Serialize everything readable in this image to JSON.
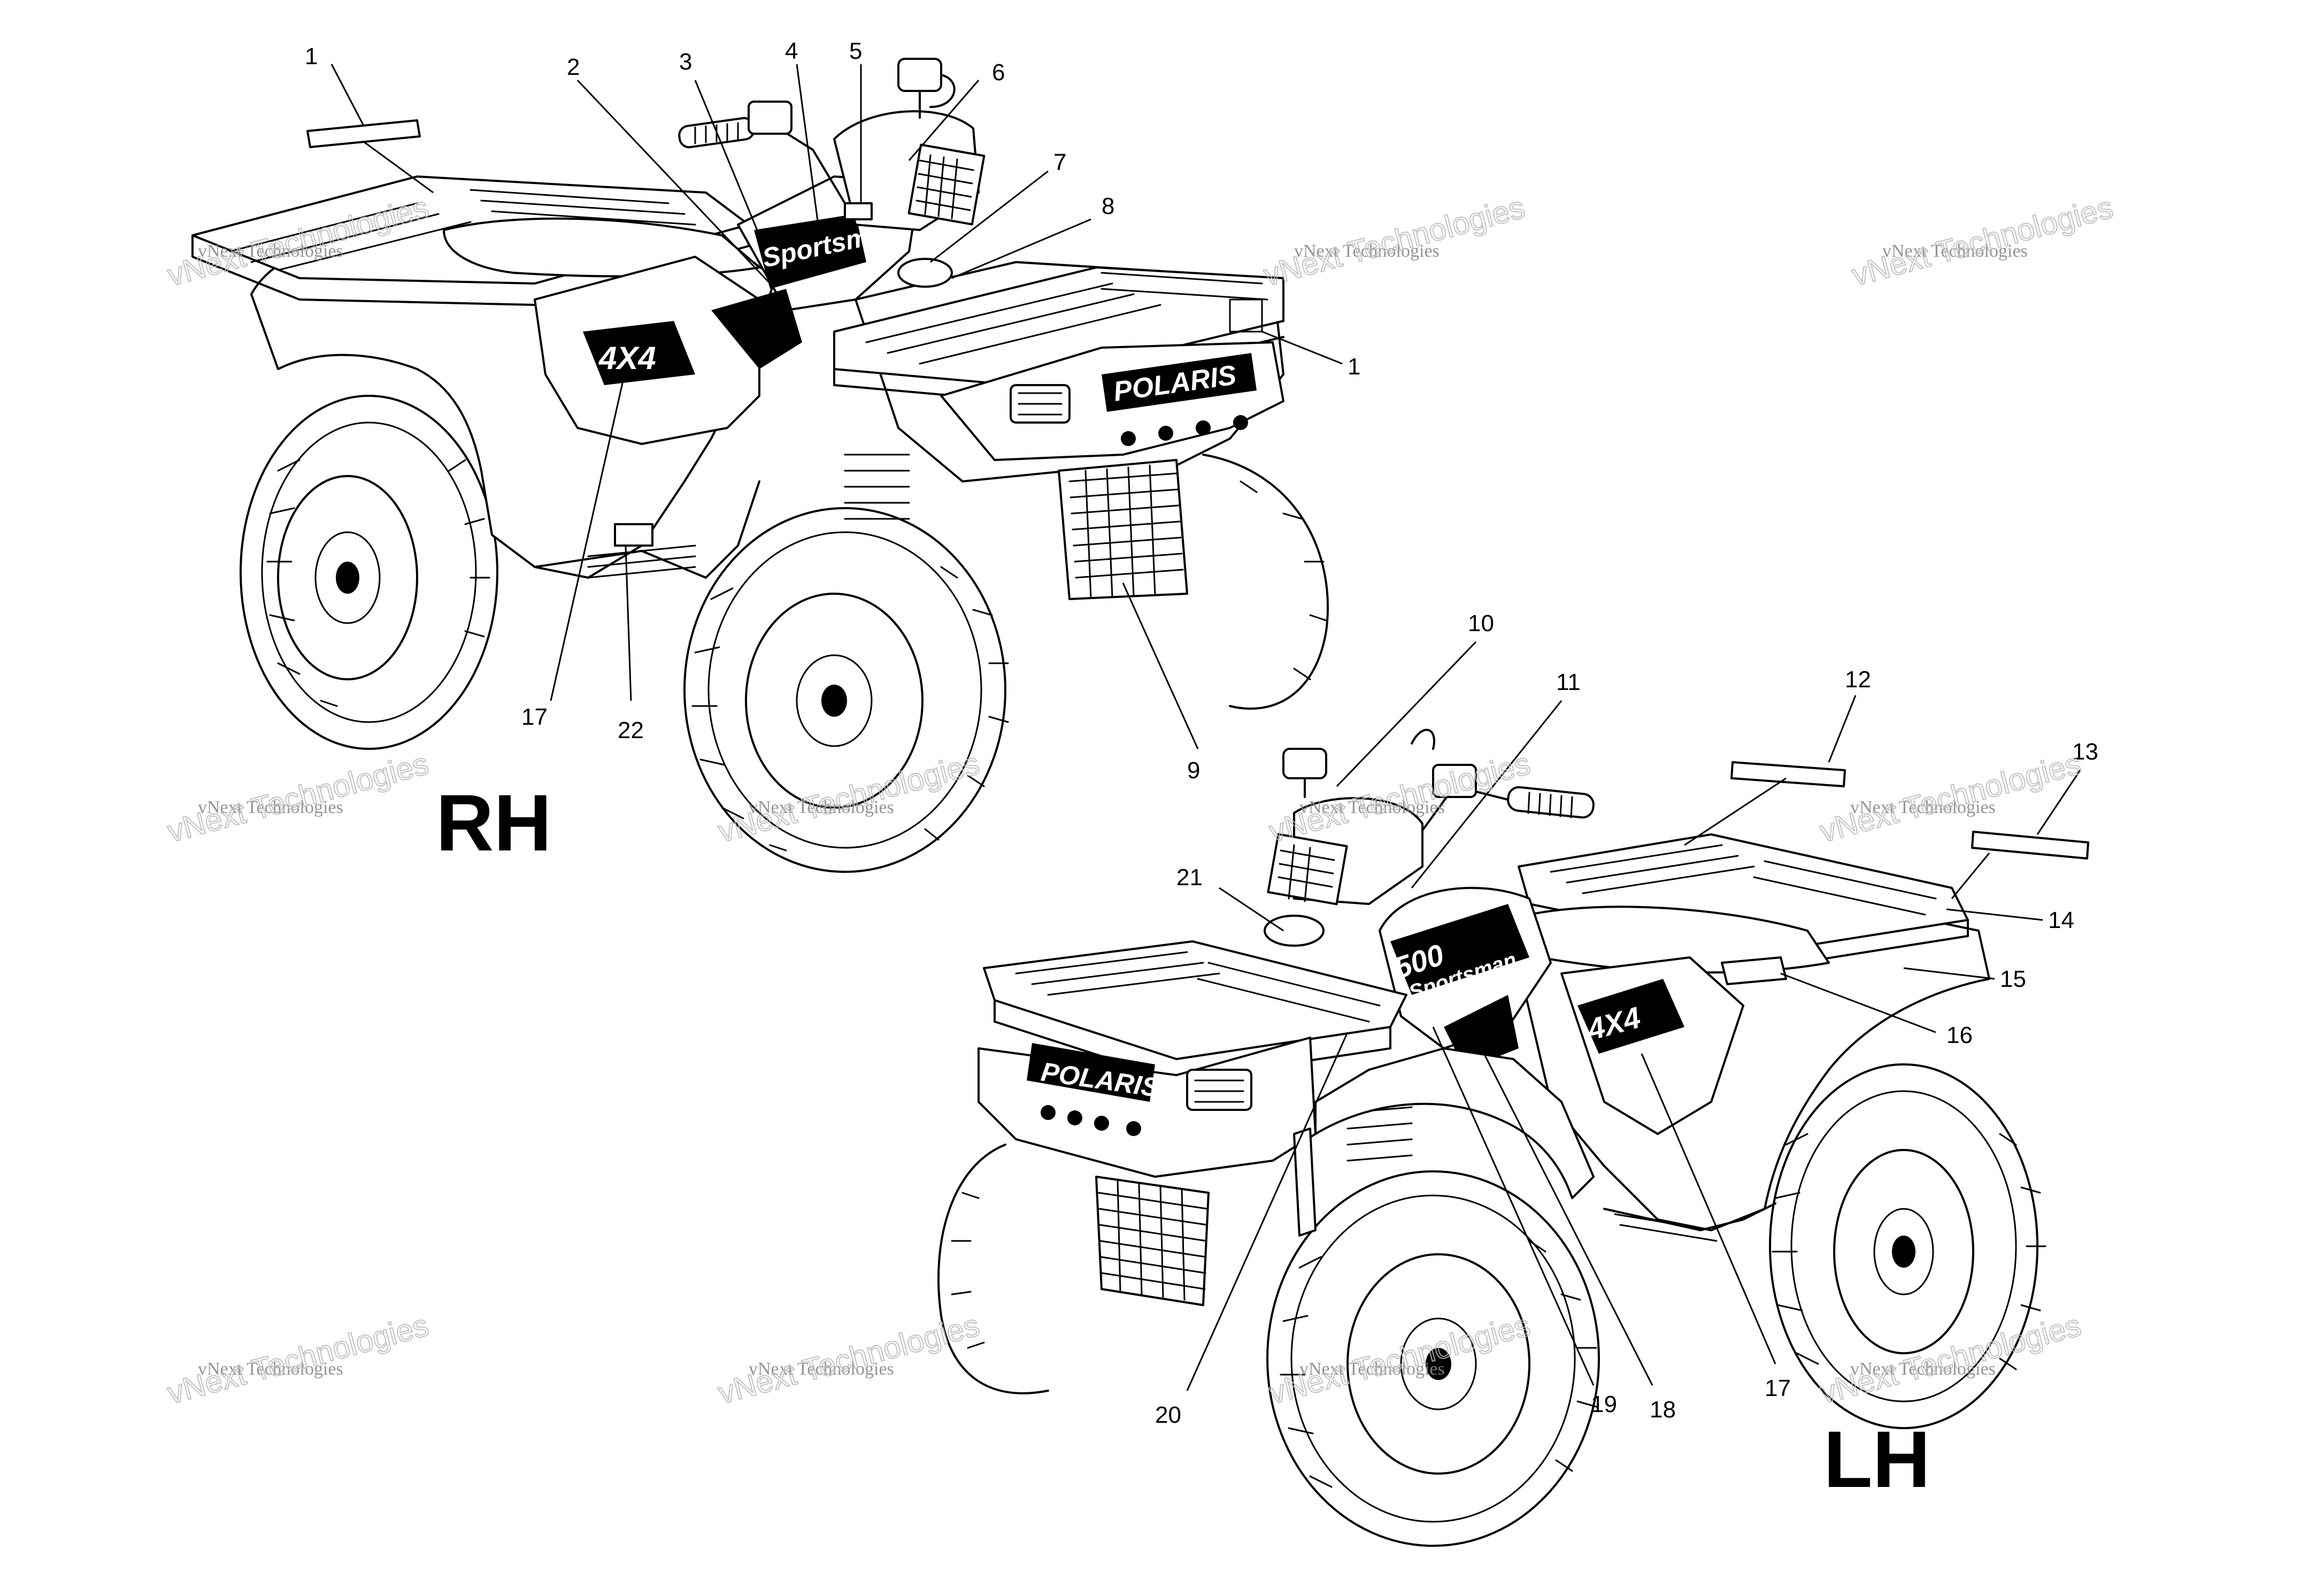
{
  "view_labels": {
    "rh": "RH",
    "lh": "LH"
  },
  "watermark": {
    "line1": "vNext Technologies",
    "line2": "vNext Technologies"
  },
  "decal_text": {
    "brand": "POLARIS",
    "model_number": "500",
    "model_name": "Sportsman",
    "drive": "4X4"
  },
  "rh_callouts": [
    "1",
    "2",
    "3",
    "4",
    "5",
    "6",
    "7",
    "8",
    "1",
    "9",
    "17",
    "22"
  ],
  "lh_callouts": [
    "10",
    "11",
    "12",
    "13",
    "14",
    "15",
    "16",
    "21",
    "20",
    "19",
    "18",
    "17"
  ],
  "colors": {
    "line": "#000000",
    "background": "#ffffff",
    "watermark": "#888888"
  }
}
